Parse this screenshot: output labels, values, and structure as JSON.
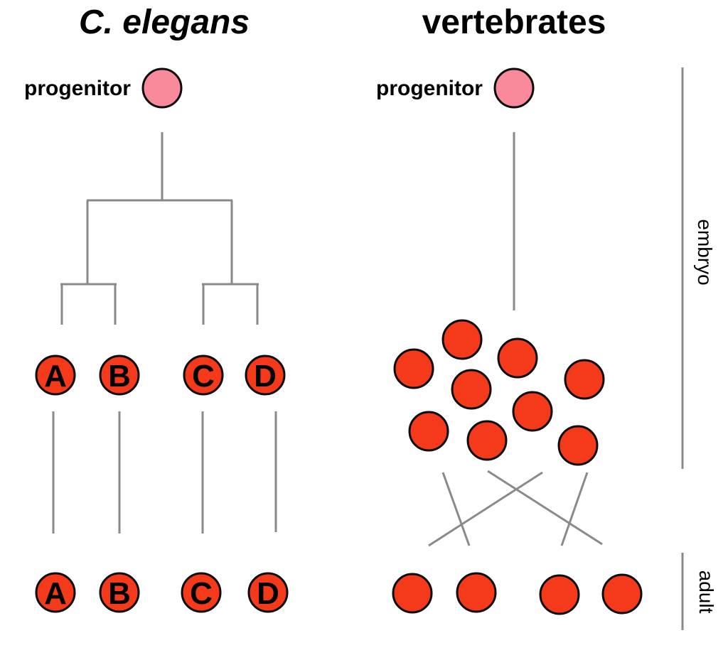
{
  "figure": {
    "left_panel": {
      "title": "C. elegans",
      "progenitor_label": "progenitor",
      "embryo_cells": [
        "A",
        "B",
        "C",
        "D"
      ],
      "adult_cells": [
        "A",
        "B",
        "C",
        "D"
      ],
      "embryo_cell_count": 4,
      "adult_cell_count": 4
    },
    "right_panel": {
      "title": "vertebrates",
      "progenitor_label": "progenitor",
      "embryo_cell_count": 9,
      "adult_cell_count": 4
    },
    "stage_axis": {
      "embryo_label": "embryo",
      "adult_label": "adult"
    }
  },
  "colors": {
    "progenitor_pink": "#F98A9B",
    "cell_red": "#F43A1A",
    "line_gray": "#8A8A8A",
    "outline_black": "#0B0B0B",
    "text_black": "#000000"
  }
}
